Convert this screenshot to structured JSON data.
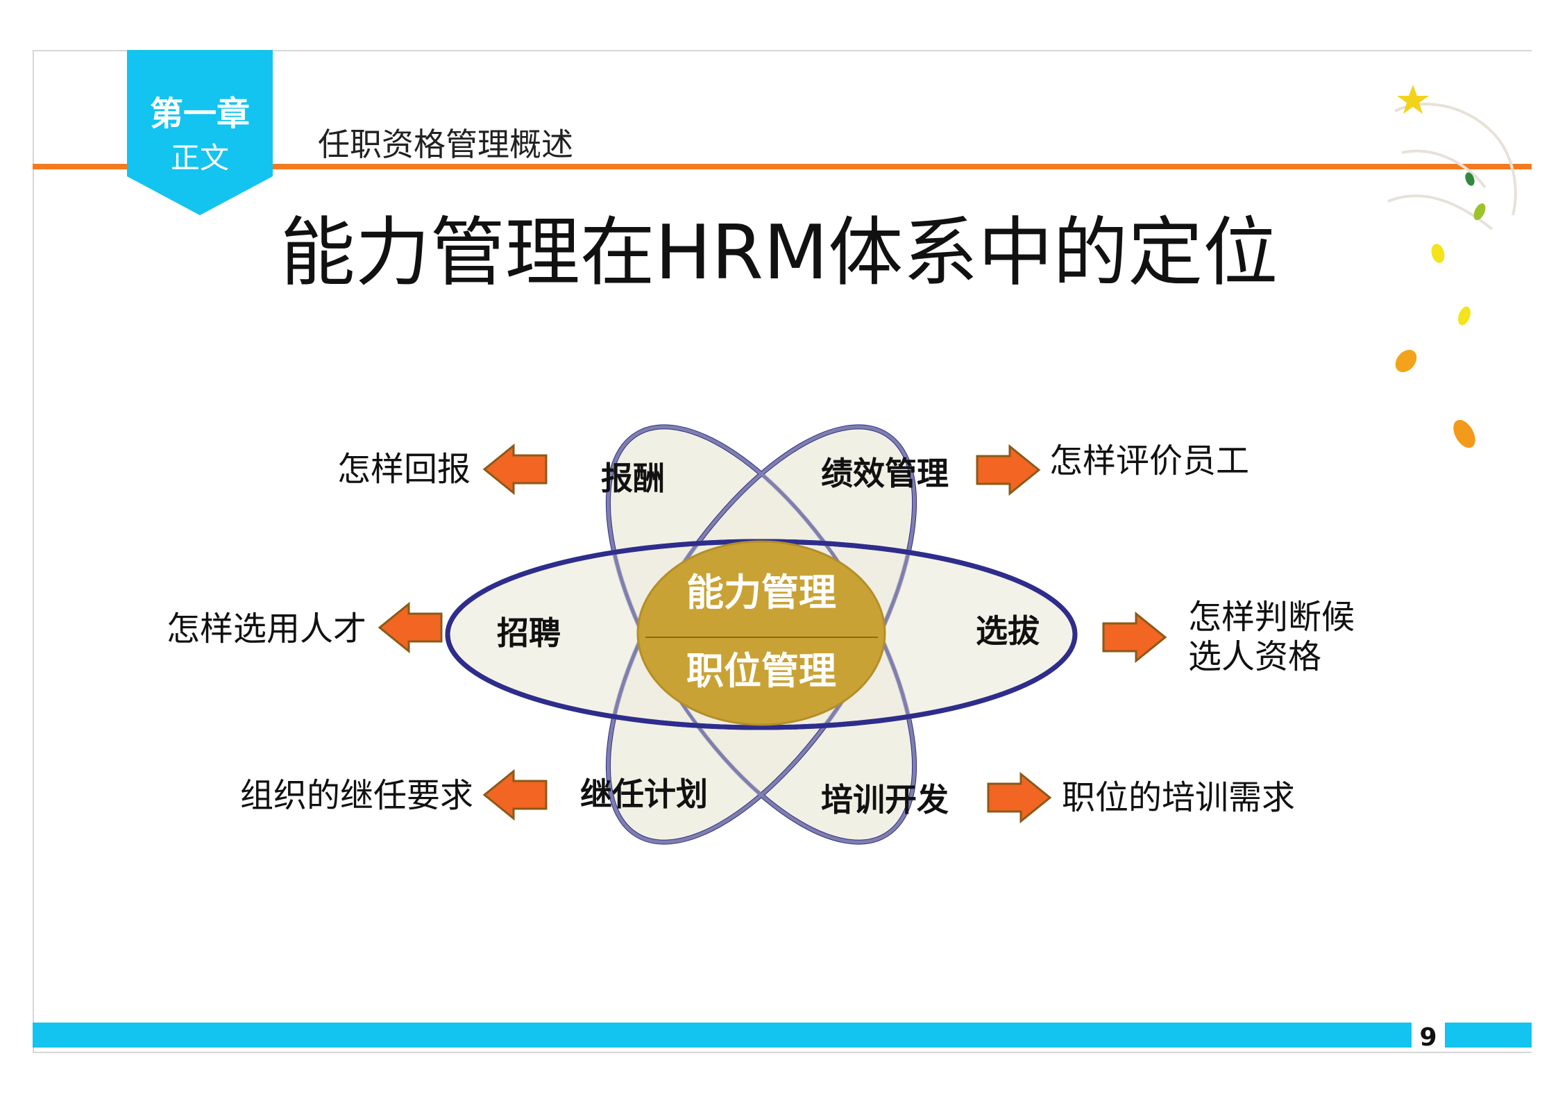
{
  "chapter": {
    "title": "第一章",
    "subtitle": "正文"
  },
  "section_title": "任职资格管理概述",
  "main_title": "能力管理在HRM体系中的定位",
  "diagram": {
    "center": {
      "top": "能力管理",
      "bottom": "职位管理"
    },
    "petals": {
      "top_left": "报酬",
      "top_right": "绩效管理",
      "left": "招聘",
      "right": "选拔",
      "bottom_left": "继任计划",
      "bottom_right": "培训开发"
    },
    "outcomes": {
      "top_left": "怎样回报",
      "top_right": "怎样评价员工",
      "left": "怎样选用人才",
      "right_line1": "怎样判断候",
      "right_line2": "选人资格",
      "bottom_left": "组织的继任要求",
      "bottom_right": "职位的培训需求"
    }
  },
  "page_number": "9",
  "colors": {
    "accent_cyan": "#13c3f0",
    "accent_orange": "#f47a20",
    "ellipse_stroke": "#2e2d8c",
    "ellipse_fill": "#efede0",
    "center_fill": "#c9a235",
    "arrow_fill": "#f26522"
  }
}
